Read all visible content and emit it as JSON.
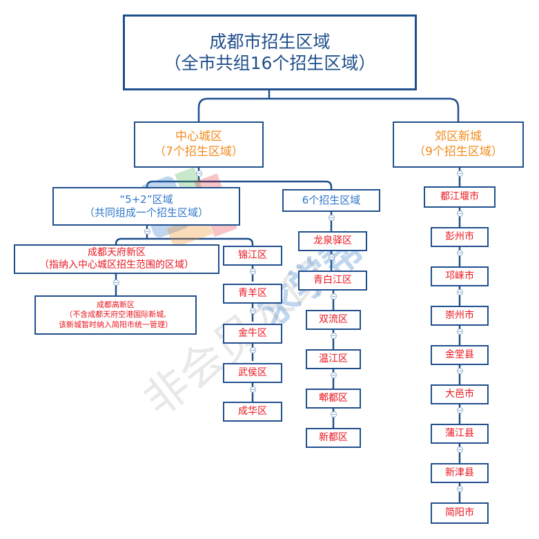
{
  "root": {
    "line1": "成都市招生区域",
    "line2": "（全市共组16个招生区域）"
  },
  "central": {
    "line1": "中心城区",
    "line2": "（7个招生区域）"
  },
  "suburb": {
    "line1": "郊区新城",
    "line2": "（9个招生区域）"
  },
  "five_two": {
    "line1": "“5+2”区域",
    "line2": "（共同组成一个招生区域）"
  },
  "six": {
    "label": "6个招生区域"
  },
  "tianfu": {
    "line1": "成都天府新区",
    "line2": "（指纳入中心城区招生范围的区域）"
  },
  "gaoxin": {
    "line1": "成都高新区",
    "line2": "（不含成都天府空港国际新城,",
    "line3": "该新城暂时纳入简阳市统一管理）"
  },
  "five_two_districts": [
    "锦江区",
    "青羊区",
    "金牛区",
    "武侯区",
    "成华区"
  ],
  "six_districts": [
    "龙泉驿区",
    "青白江区",
    "双流区",
    "温江区",
    "郫都区",
    "新都区"
  ],
  "suburb_districts": [
    "都江堰市",
    "彭州市",
    "邛崃市",
    "崇州市",
    "金堂县",
    "大邑市",
    "蒲江县",
    "新津县",
    "简阳市"
  ],
  "watermark": {
    "text": "非会员水印",
    "brand": "求学帮"
  },
  "colors": {
    "border": "#1f4e8c",
    "orange": "#f28a1a",
    "red": "#e8141c",
    "blue": "#2e76c9"
  }
}
